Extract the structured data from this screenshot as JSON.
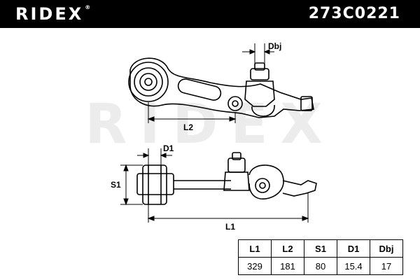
{
  "header": {
    "brand": "RIDEX",
    "brand_mark": "®",
    "part_number": "273C0221"
  },
  "watermark": "RIDEX",
  "dimensions": {
    "dbj": "Dbj",
    "l2": "L2",
    "d1": "D1",
    "s1": "S1",
    "l1": "L1"
  },
  "spec_table": {
    "headers": [
      "L1",
      "L2",
      "S1",
      "D1",
      "Dbj"
    ],
    "values": [
      "329",
      "181",
      "80",
      "15.4",
      "17"
    ]
  },
  "colors": {
    "header_bg": "#000000",
    "watermark": "#e8e8e8"
  }
}
